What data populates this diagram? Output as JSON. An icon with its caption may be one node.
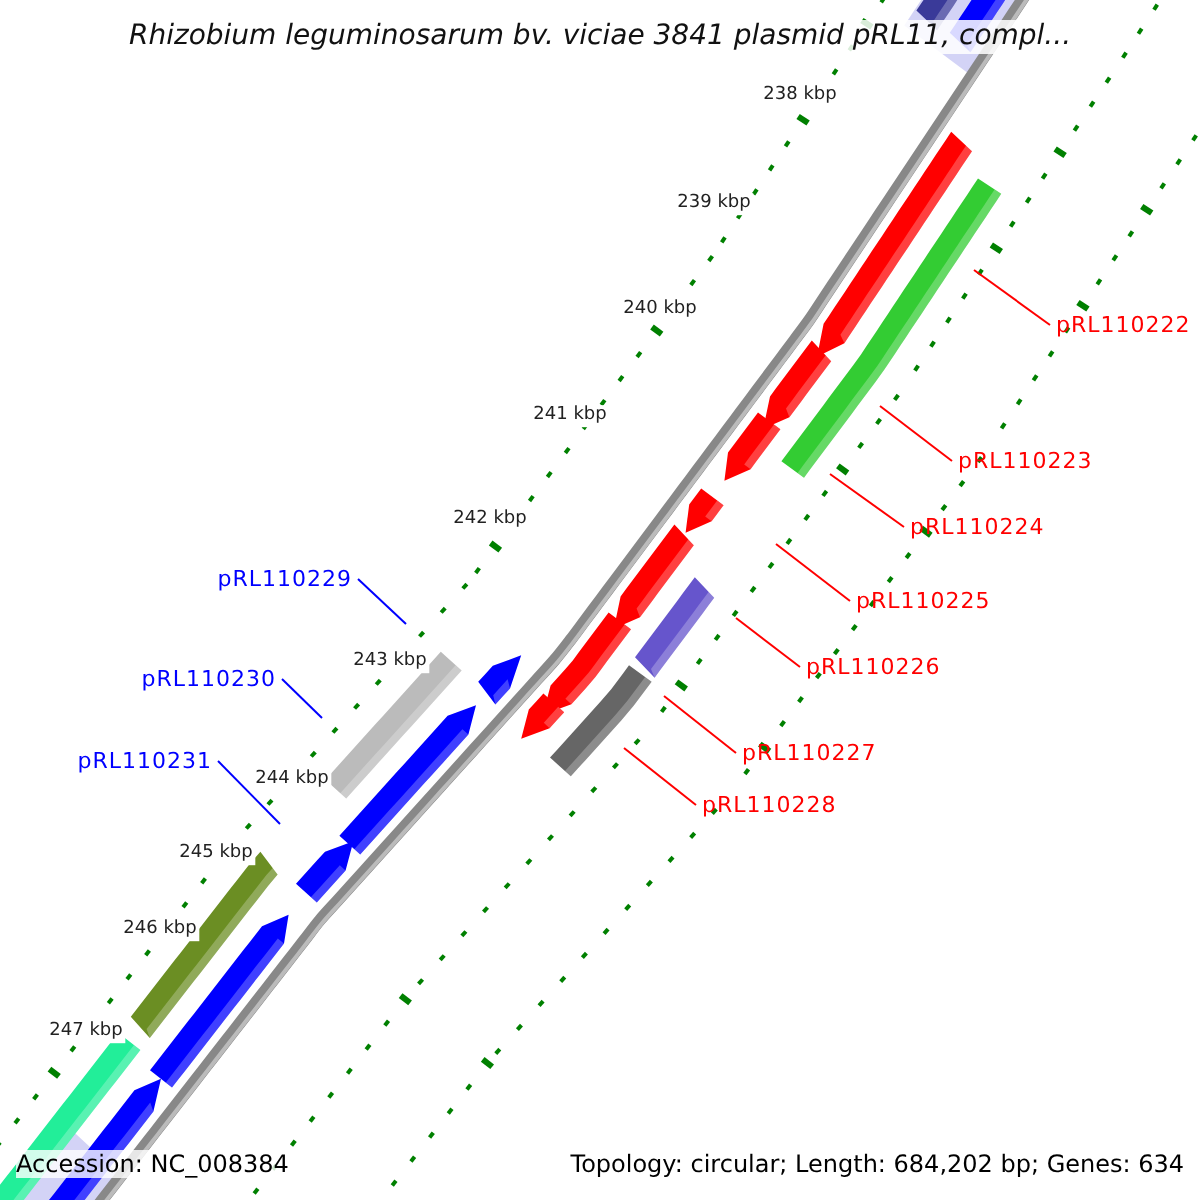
{
  "diagram": {
    "title": "Rhizobium leguminosarum bv. viciae 3841 plasmid pRL11, compl...",
    "nodes": [
      {
        "text": [
          "pRL110222"
        ]
      },
      {
        "text": [
          "pRL110223"
        ]
      },
      {
        "text": [
          "pRL110224"
        ]
      },
      {
        "text": [
          "pRL110225"
        ]
      },
      {
        "text": [
          "pRL110226"
        ]
      },
      {
        "text": [
          "pRL110227"
        ]
      },
      {
        "text": [
          "pRL110228"
        ]
      },
      {
        "text": [
          "pRL110229"
        ]
      },
      {
        "text": [
          "pRL110230"
        ]
      },
      {
        "text": [
          "pRL110231"
        ]
      }
    ],
    "edges": [
      {
        "from": 0,
        "to": null,
        "arrow": "none"
      },
      {
        "from": 1,
        "to": null,
        "arrow": "none"
      },
      {
        "from": 2,
        "to": null,
        "arrow": "none"
      },
      {
        "from": 3,
        "to": null,
        "arrow": "none"
      },
      {
        "from": 4,
        "to": null,
        "arrow": "none"
      },
      {
        "from": 5,
        "to": null,
        "arrow": "none"
      },
      {
        "from": 6,
        "to": null,
        "arrow": "none"
      },
      {
        "from": 7,
        "to": null,
        "arrow": "none",
        "color": "#0000ff"
      },
      {
        "from": 8,
        "to": null,
        "arrow": "none",
        "color": "#0000ff"
      },
      {
        "from": 9,
        "to": null,
        "arrow": "none",
        "color": "#0000ff"
      }
    ],
    "labels": [
      "238 kbp",
      "239 kbp",
      "240 kbp",
      "241 kbp",
      "242 kbp",
      "243 kbp",
      "244 kbp",
      "245 kbp",
      "246 kbp",
      "247 kbp",
      "Accession: NC_008384",
      "Topology: circular; Length: 684,202 bp; Genes: 634"
    ]
  }
}
